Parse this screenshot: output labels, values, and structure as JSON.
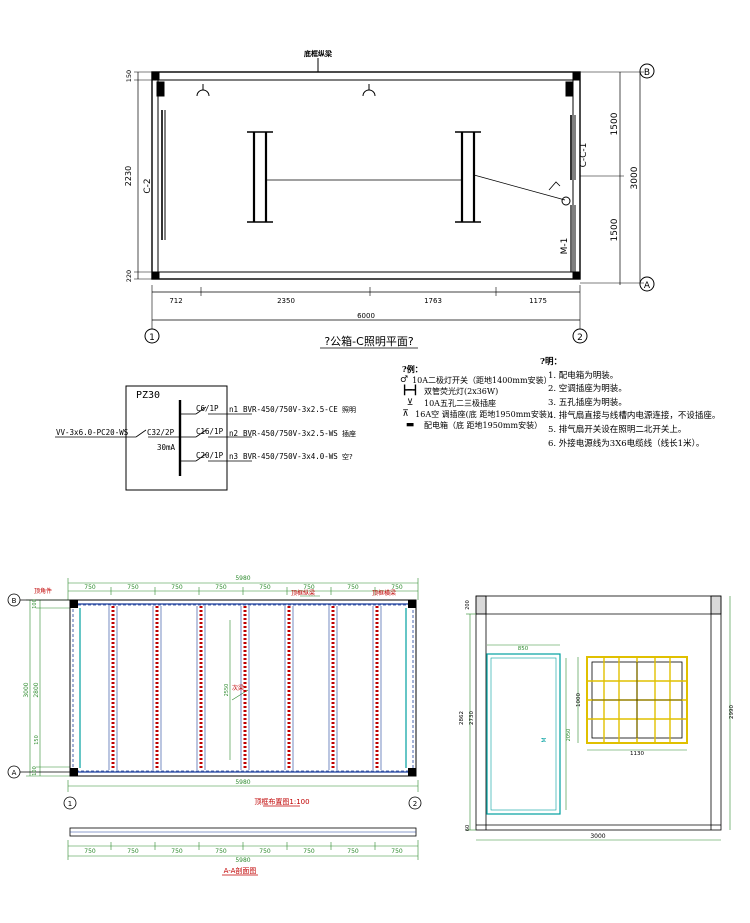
{
  "top_plan": {
    "title": "?公箱-C照明平面?",
    "top_label": "底框纵梁",
    "left_label": "C-2",
    "right_label": "C-C-1",
    "door_label": "M-1",
    "left_dims": [
      "150",
      "2230",
      "220"
    ],
    "right_dims": [
      "1500",
      "3000",
      "1500"
    ],
    "bottom_dims": [
      "712",
      "2350",
      "1763",
      "1175"
    ],
    "total_dim": "6000",
    "axis_a": "A",
    "axis_b": "B",
    "axis_1": "1",
    "axis_2": "2"
  },
  "panel": {
    "name": "PZ30",
    "incoming": "VV-3x6.0-PC20-WS",
    "main_breaker": "C32/2P",
    "rcd": "30mA",
    "circuits": [
      {
        "breaker": "C6/1P",
        "id": "n1",
        "cable": "BVR-450/750V-3x2.5-CE",
        "use": "照明"
      },
      {
        "breaker": "C16/1P",
        "id": "n2",
        "cable": "BVR-450/750V-3x2.5-WS",
        "use": "插座"
      },
      {
        "breaker": "C20/1P",
        "id": "n3",
        "cable": "BVR-450/750V-3x4.0-WS",
        "use": "空?"
      }
    ]
  },
  "legend": {
    "title": "?例：",
    "items": [
      {
        "icon": "switch-icon",
        "glyph": "♂",
        "text": "10A二极灯开关（距地1400mm安装）"
      },
      {
        "icon": "fluorescent-lamp-icon",
        "glyph": "┣━┫",
        "text": "双管荧光灯(2x36W)"
      },
      {
        "icon": "socket-icon",
        "glyph": "⊻",
        "text": "10A五孔二三极插座"
      },
      {
        "icon": "ac-socket-icon",
        "glyph": "⊼",
        "text": "16A空 调插座(底 距地1950mm安装)"
      },
      {
        "icon": "distribution-box-icon",
        "glyph": "▬",
        "text": "配电箱（底 距地1950mm安装）"
      }
    ]
  },
  "notes": {
    "title": "?明：",
    "items": [
      "1. 配电箱为明装。",
      "2. 空调插座为明装。",
      "3. 五孔插座为明装。",
      "4. 排气扇直接与线槽内电源连接，不设插座。",
      "5. 排气扇开关设在照明二北开关上。",
      "6. 外接电源线为3X6电缆线（线长1米）。"
    ]
  },
  "floor_plan": {
    "title": "顶框布置图1:100",
    "top_total": "5980",
    "top_dims": [
      "750",
      "750",
      "750",
      "750",
      "750",
      "750",
      "750",
      "750"
    ],
    "bottom_total": "5980",
    "left_dims": [
      "100",
      "2800",
      "150",
      "100"
    ],
    "left_total": "3000",
    "mid_dim": "2550",
    "labels": [
      "顶角件",
      "顶框纵梁",
      "顶框横梁",
      "次梁"
    ],
    "axis_a": "A",
    "axis_b": "B",
    "axis_1": "1",
    "axis_2": "2"
  },
  "section": {
    "title": "A-A剖面图",
    "dims": [
      "750",
      "750",
      "750",
      "750",
      "750",
      "750",
      "750",
      "750"
    ],
    "total": "5980"
  },
  "elevation": {
    "door_width": "850",
    "window_height": "1000",
    "window_width": "1130",
    "left_dims": [
      "2862",
      "2730"
    ],
    "right_dim": "2990",
    "top_dim": "200",
    "bottom_dim": "60",
    "door_height": "2050",
    "total_width": "3000",
    "door_mark": "M"
  },
  "colors": {
    "line": "#000000",
    "green_dim": "#2e8b2e",
    "red": "#c00000",
    "cyan": "#00a0a0",
    "yellow": "#e0c000",
    "blue": "#1c3f9a"
  }
}
